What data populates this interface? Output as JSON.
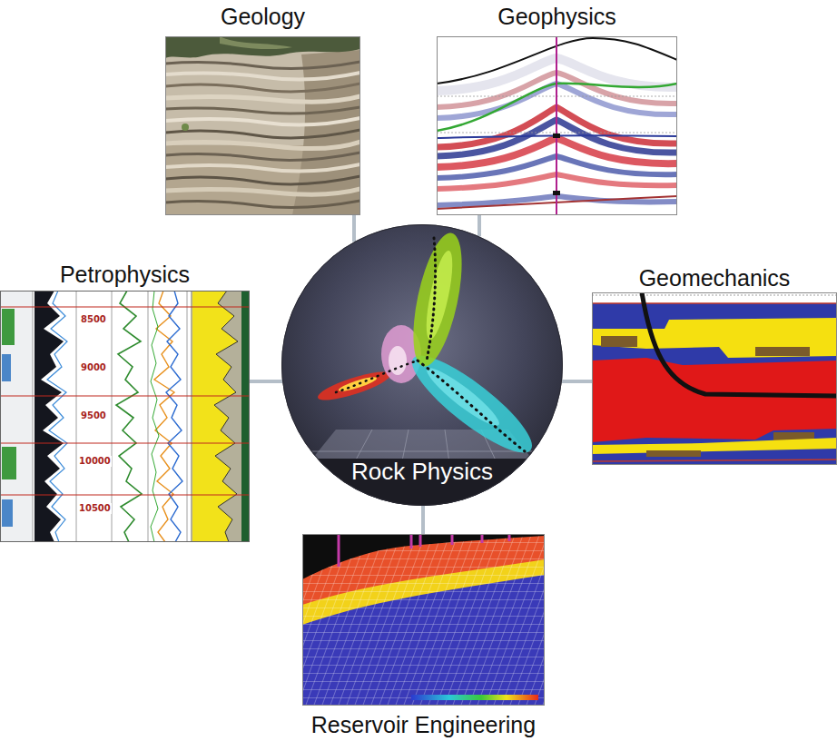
{
  "diagram": {
    "nodes": [
      {
        "text": [
          "Geology"
        ]
      },
      {
        "text": [
          "Geophysics"
        ]
      },
      {
        "text": [
          "Petrophysics"
        ]
      },
      {
        "text": [
          "Rock Physics"
        ]
      },
      {
        "text": [
          "Geomechanics"
        ]
      },
      {
        "text": [
          "Reservoir Engineering"
        ]
      }
    ],
    "edges": [
      {
        "from": 3,
        "to": 0,
        "arrow": "none"
      },
      {
        "from": 3,
        "to": 1,
        "arrow": "none"
      },
      {
        "from": 3,
        "to": 2,
        "arrow": "none"
      },
      {
        "from": 3,
        "to": 4,
        "arrow": "none"
      },
      {
        "from": 3,
        "to": 5,
        "arrow": "none"
      }
    ],
    "labels": [
      "8500",
      "9000",
      "9500",
      "10000",
      "10500"
    ]
  }
}
